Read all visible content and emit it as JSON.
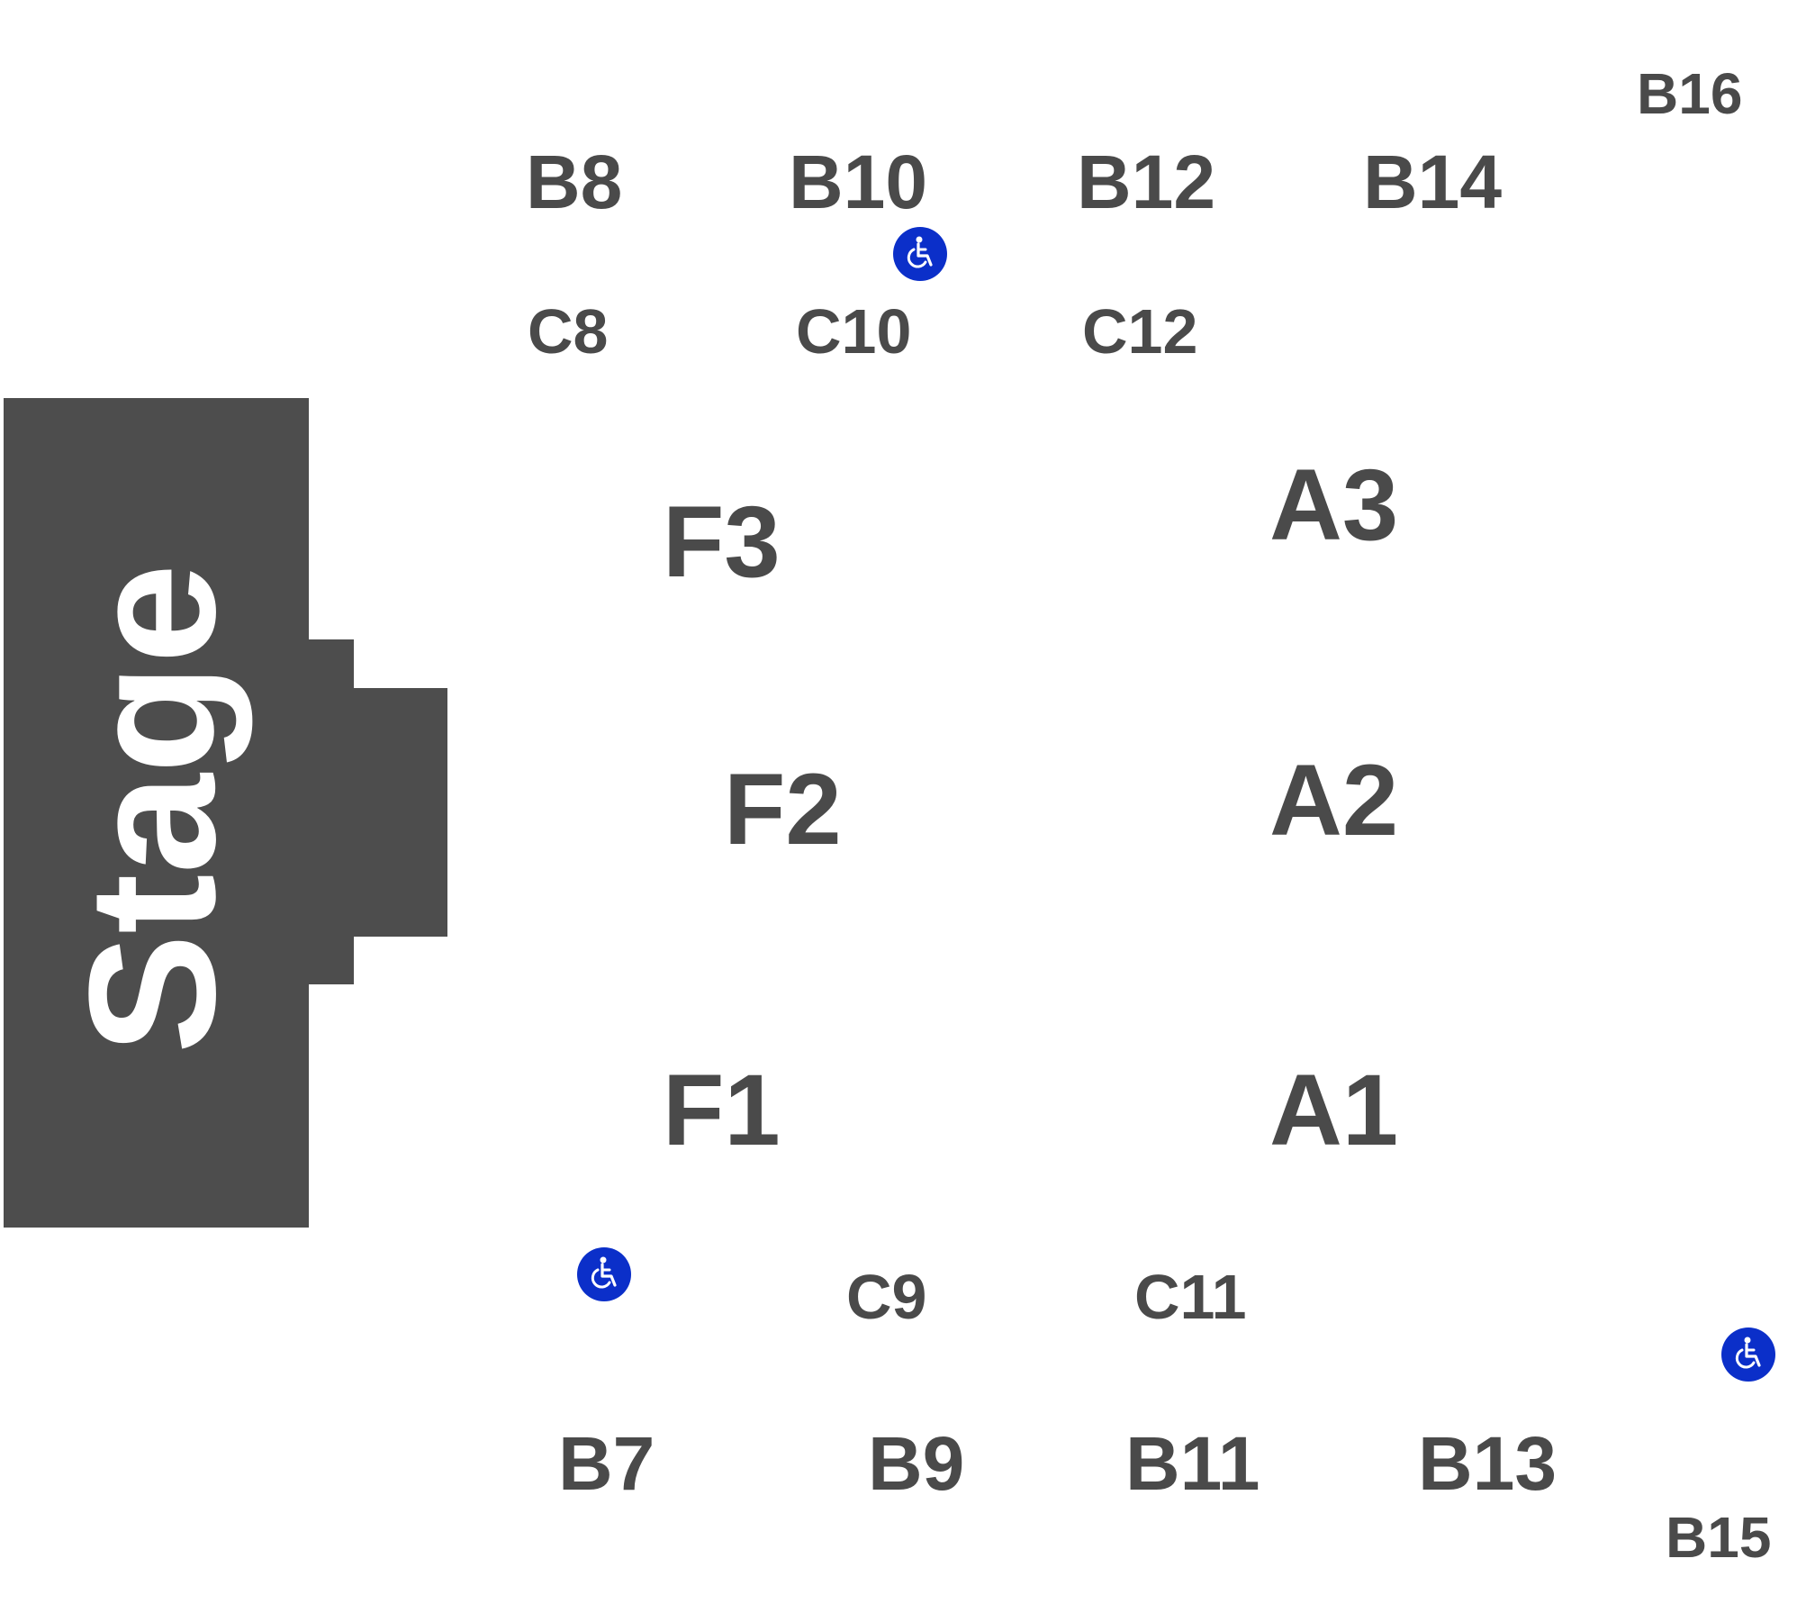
{
  "stage": {
    "label": "Stage",
    "color": "#4d4d4d"
  },
  "sections": {
    "B16": "B16",
    "B8": "B8",
    "B10": "B10",
    "B12": "B12",
    "B14": "B14",
    "C8": "C8",
    "C10": "C10",
    "C12": "C12",
    "F3": "F3",
    "F2": "F2",
    "F1": "F1",
    "A3": "A3",
    "A2": "A2",
    "A1": "A1",
    "C9": "C9",
    "C11": "C11",
    "B7": "B7",
    "B9": "B9",
    "B11": "B11",
    "B13": "B13",
    "B15": "B15"
  },
  "accessibility": {
    "icon": "wheelchair-icon",
    "color": "#0b2fc9",
    "count": 3
  },
  "label_color": "#4a4a4a"
}
